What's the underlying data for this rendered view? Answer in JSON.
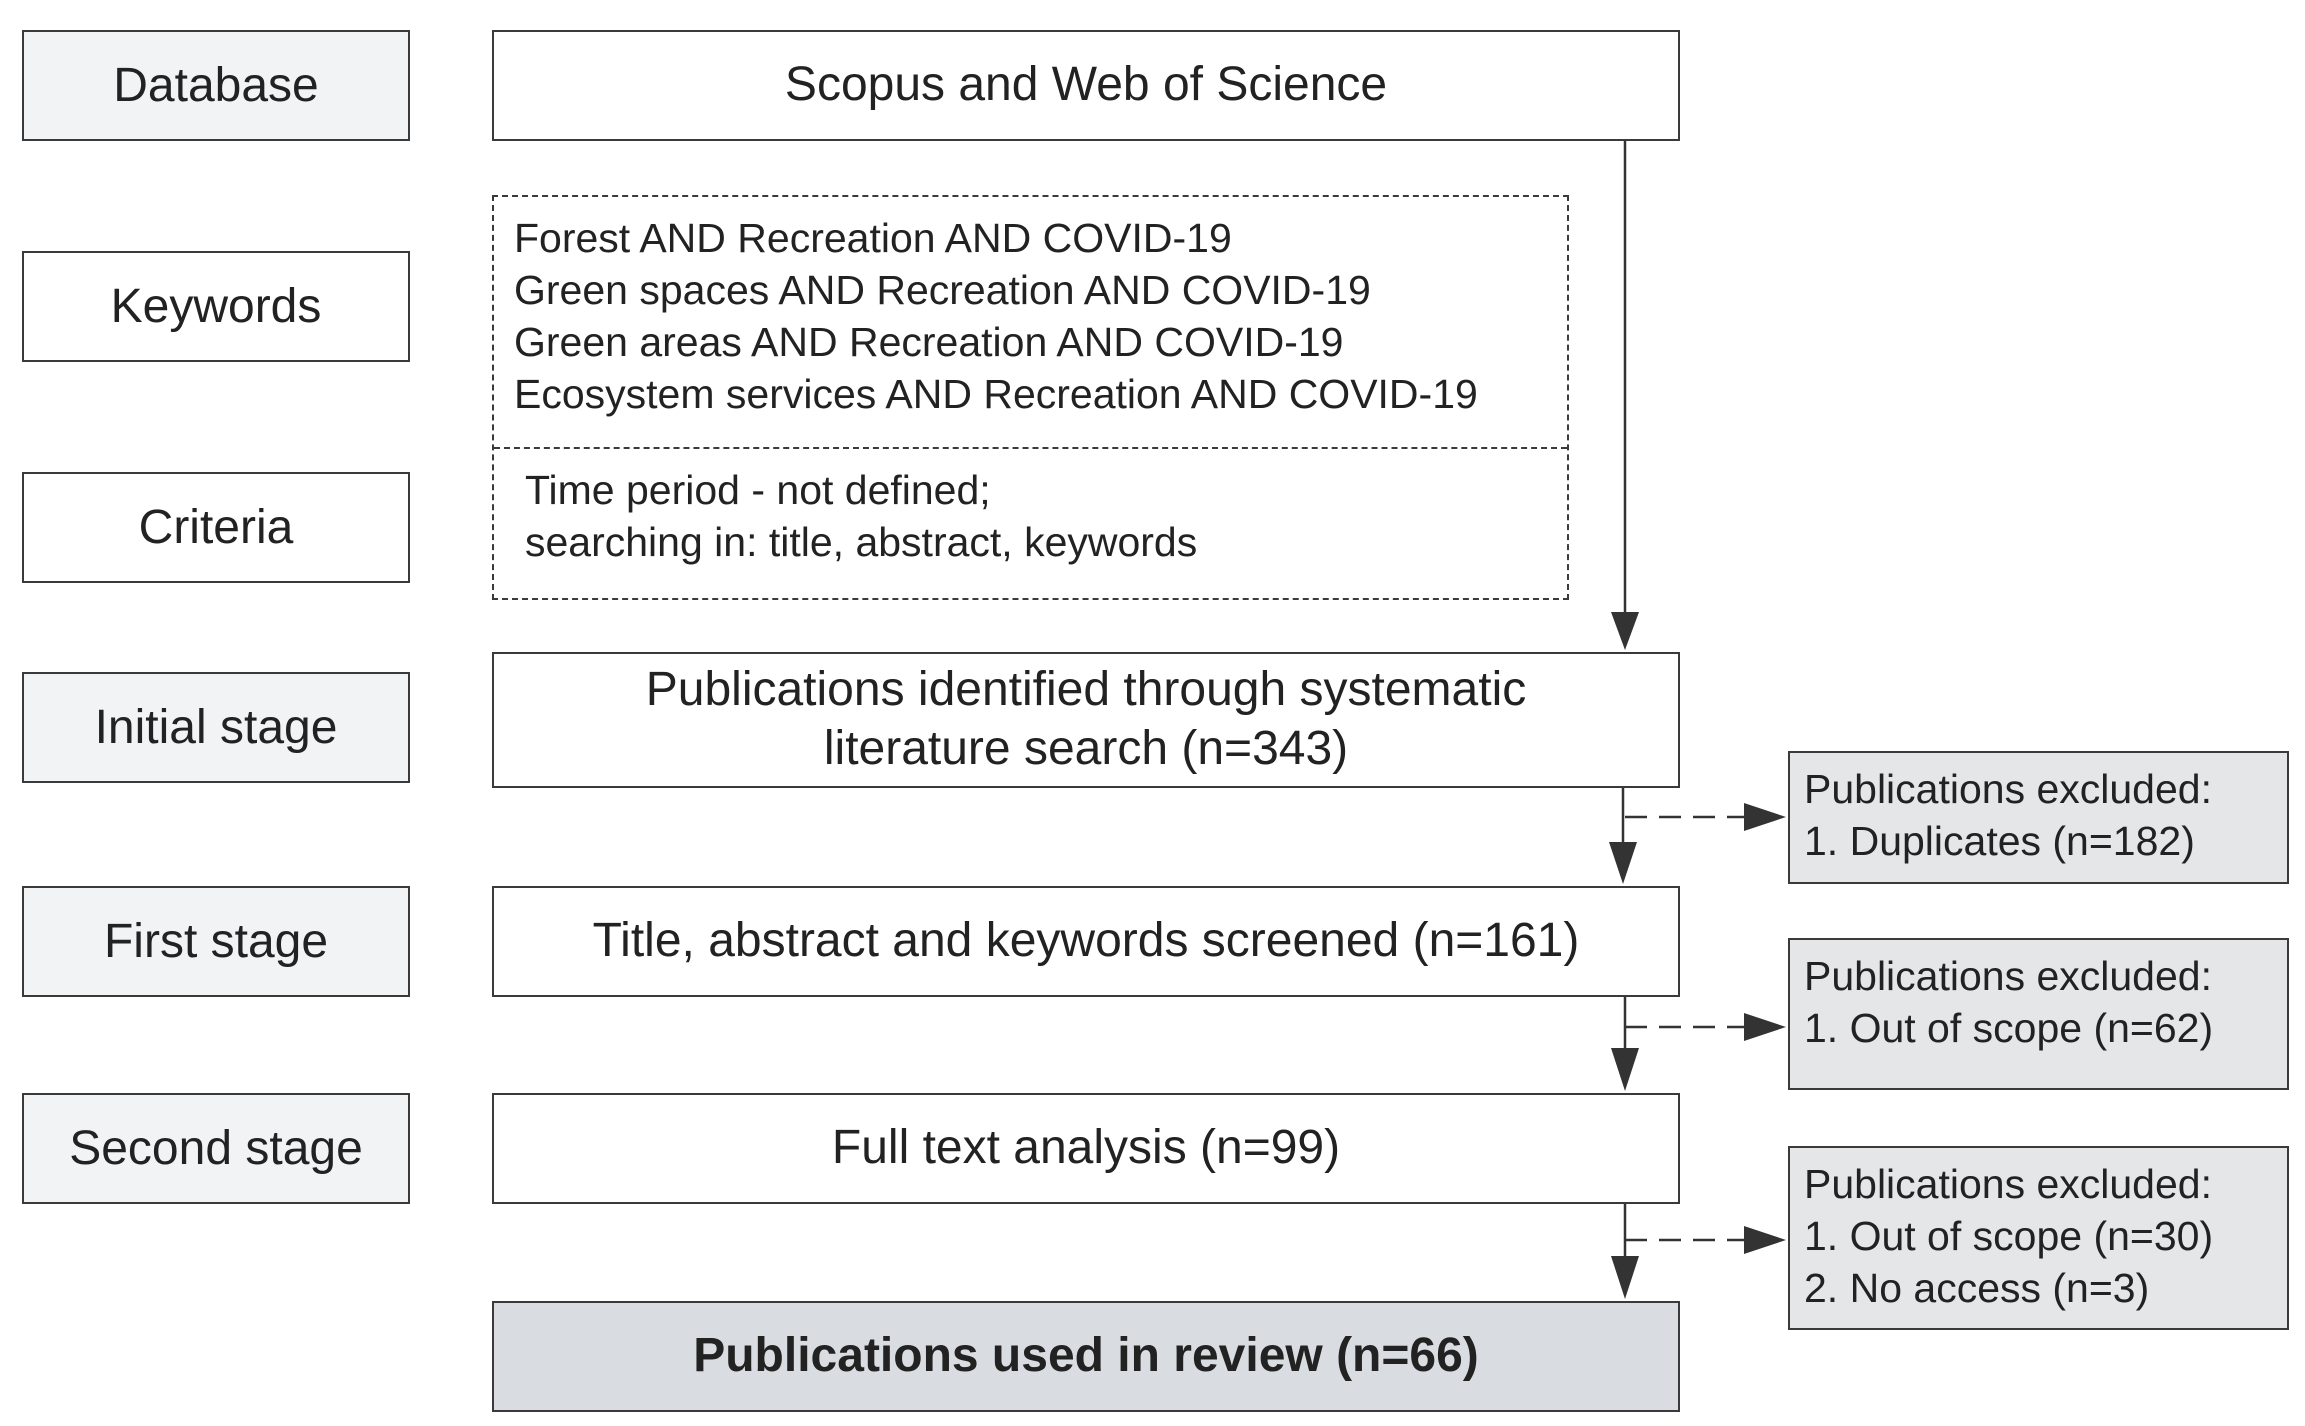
{
  "labels": {
    "database": "Database",
    "keywords": "Keywords",
    "criteria": "Criteria",
    "initial_stage": "Initial stage",
    "first_stage": "First stage",
    "second_stage": "Second stage"
  },
  "source": "Scopus and Web of Science",
  "keywords": [
    "Forest AND Recreation AND COVID-19",
    "Green spaces AND Recreation AND COVID-19",
    "Green areas AND Recreation AND COVID-19",
    "Ecosystem services AND Recreation AND COVID-19"
  ],
  "criteria": [
    "Time period - not defined;",
    "searching in: title, abstract, keywords"
  ],
  "stages": {
    "initial_line1": "Publications identified through systematic",
    "initial_line2": "literature search  (n=343)",
    "first": "Title, abstract and keywords screened (n=161)",
    "second": "Full text analysis  (n=99)",
    "final": "Publications used in review  (n=66)"
  },
  "exclusions": {
    "first": {
      "title": "Publications excluded:",
      "items": [
        "1. Duplicates (n=182)"
      ]
    },
    "second": {
      "title": "Publications excluded:",
      "items": [
        "1. Out of scope (n=62)"
      ]
    },
    "third": {
      "title": "Publications excluded:",
      "items": [
        "1. Out of scope (n=30)",
        "2. No access (n=3)"
      ]
    }
  }
}
